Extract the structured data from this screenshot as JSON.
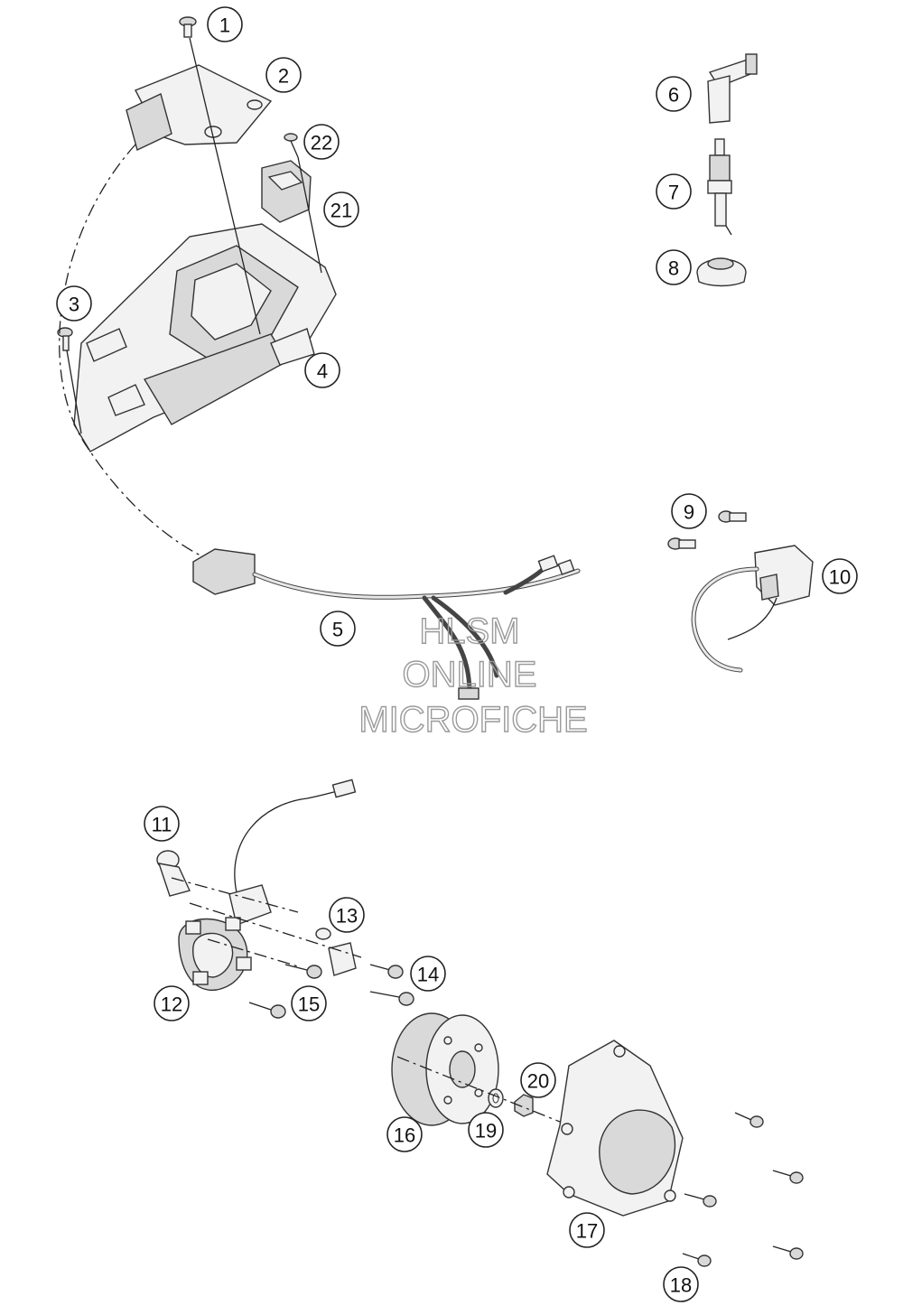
{
  "diagram": {
    "callouts": [
      {
        "id": "c1",
        "label": "1"
      },
      {
        "id": "c2",
        "label": "2"
      },
      {
        "id": "c3",
        "label": "3"
      },
      {
        "id": "c4",
        "label": "4"
      },
      {
        "id": "c5",
        "label": "5"
      },
      {
        "id": "c6",
        "label": "6"
      },
      {
        "id": "c7",
        "label": "7"
      },
      {
        "id": "c8",
        "label": "8"
      },
      {
        "id": "c9",
        "label": "9"
      },
      {
        "id": "c10",
        "label": "10"
      },
      {
        "id": "c11",
        "label": "11"
      },
      {
        "id": "c12",
        "label": "12"
      },
      {
        "id": "c13",
        "label": "13"
      },
      {
        "id": "c14",
        "label": "14"
      },
      {
        "id": "c15",
        "label": "15"
      },
      {
        "id": "c16",
        "label": "16"
      },
      {
        "id": "c17",
        "label": "17"
      },
      {
        "id": "c18",
        "label": "18"
      },
      {
        "id": "c19",
        "label": "19"
      },
      {
        "id": "c20",
        "label": "20"
      },
      {
        "id": "c21",
        "label": "21"
      },
      {
        "id": "c22",
        "label": "22"
      }
    ]
  },
  "watermark": {
    "line1": "HLSM",
    "line2": "ONLINE",
    "line3": "MICROFICHE"
  }
}
